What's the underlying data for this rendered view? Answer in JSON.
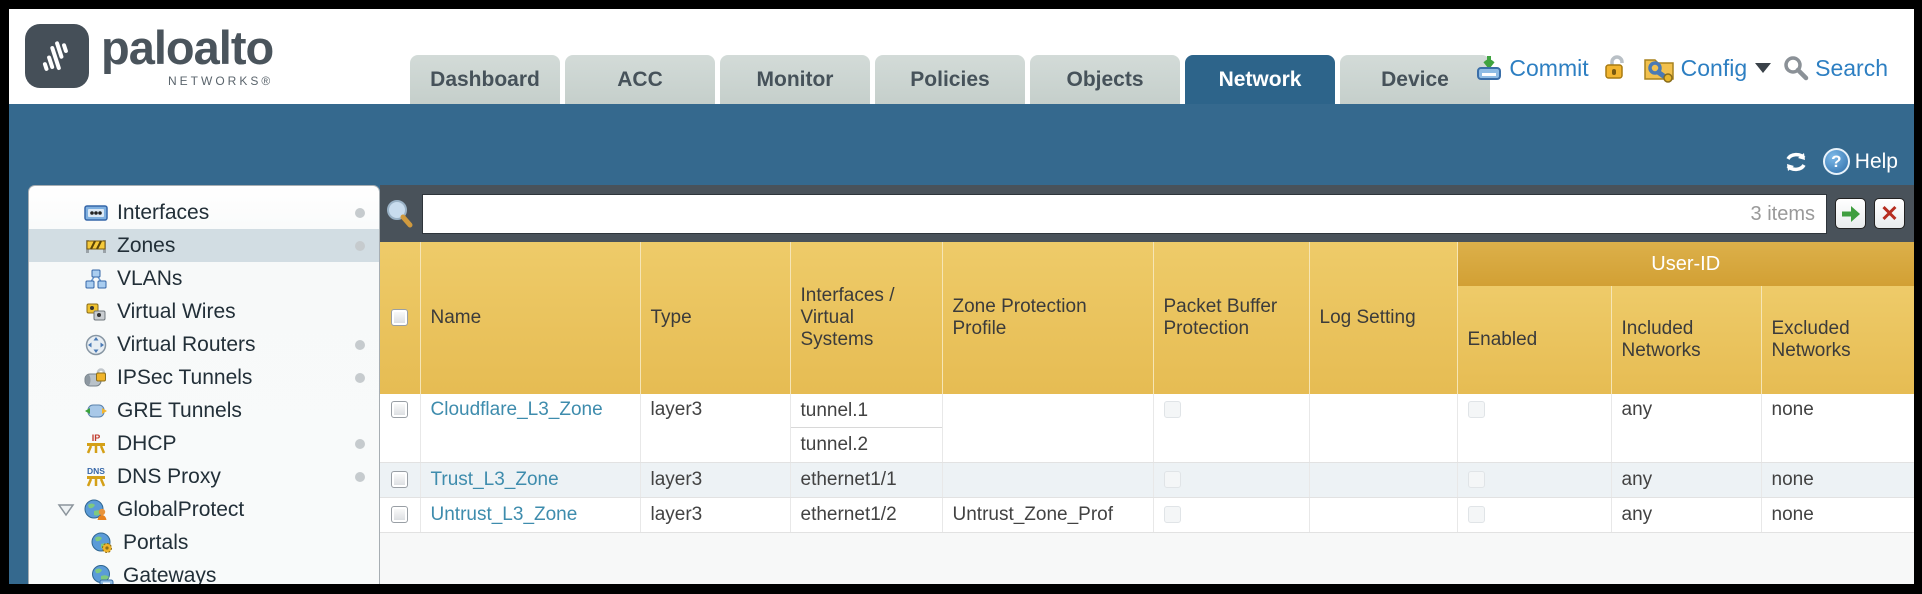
{
  "logo": {
    "name": "paloalto",
    "sub": "NETWORKS®"
  },
  "tabs": [
    {
      "label": "Dashboard",
      "active": false
    },
    {
      "label": "ACC",
      "active": false
    },
    {
      "label": "Monitor",
      "active": false
    },
    {
      "label": "Policies",
      "active": false
    },
    {
      "label": "Objects",
      "active": false
    },
    {
      "label": "Network",
      "active": true
    },
    {
      "label": "Device",
      "active": false
    }
  ],
  "header_actions": {
    "commit": "Commit",
    "config": "Config",
    "search": "Search"
  },
  "band": {
    "help_label": "Help"
  },
  "sidebar": {
    "items": [
      {
        "label": "Interfaces",
        "icon": "interfaces-icon",
        "dot": true,
        "selected": false
      },
      {
        "label": "Zones",
        "icon": "zones-icon",
        "dot": true,
        "selected": true
      },
      {
        "label": "VLANs",
        "icon": "vlans-icon",
        "dot": false,
        "selected": false
      },
      {
        "label": "Virtual Wires",
        "icon": "virtual-wires-icon",
        "dot": false,
        "selected": false
      },
      {
        "label": "Virtual Routers",
        "icon": "virtual-routers-icon",
        "dot": true,
        "selected": false
      },
      {
        "label": "IPSec Tunnels",
        "icon": "ipsec-tunnels-icon",
        "dot": true,
        "selected": false
      },
      {
        "label": "GRE Tunnels",
        "icon": "gre-tunnels-icon",
        "dot": false,
        "selected": false
      },
      {
        "label": "DHCP",
        "icon": "dhcp-icon",
        "dot": true,
        "selected": false
      },
      {
        "label": "DNS Proxy",
        "icon": "dns-proxy-icon",
        "dot": true,
        "selected": false
      },
      {
        "label": "GlobalProtect",
        "icon": "globalprotect-icon",
        "dot": false,
        "selected": false,
        "expanded": true
      },
      {
        "label": "Portals",
        "icon": "portals-icon",
        "dot": false,
        "selected": false,
        "sub": true
      },
      {
        "label": "Gateways",
        "icon": "gateways-icon",
        "dot": false,
        "selected": false,
        "sub": true
      }
    ]
  },
  "toolbar": {
    "filter_value": "",
    "items_count": "3 items"
  },
  "table": {
    "group_header": "User-ID",
    "columns": [
      "Name",
      "Type",
      "Interfaces / Virtual Systems",
      "Zone Protection Profile",
      "Packet Buffer Protection",
      "Log Setting",
      "Enabled",
      "Included Networks",
      "Excluded Networks"
    ],
    "rows": [
      {
        "name": "Cloudflare_L3_Zone",
        "type": "layer3",
        "interfaces": [
          "tunnel.1",
          "tunnel.2"
        ],
        "zone_protection_profile": "",
        "log_setting": "",
        "included_networks": "any",
        "excluded_networks": "none"
      },
      {
        "name": "Trust_L3_Zone",
        "type": "layer3",
        "interfaces": [
          "ethernet1/1"
        ],
        "zone_protection_profile": "",
        "log_setting": "",
        "included_networks": "any",
        "excluded_networks": "none"
      },
      {
        "name": "Untrust_L3_Zone",
        "type": "layer3",
        "interfaces": [
          "ethernet1/2"
        ],
        "zone_protection_profile": "Untrust_Zone_Prof",
        "log_setting": "",
        "included_networks": "any",
        "excluded_networks": "none"
      }
    ]
  },
  "colors": {
    "teal_band": "#35698e",
    "active_tab": "#2d648a",
    "inactive_tab": "#c9d2ce",
    "link_blue": "#2d7fc2",
    "table_header_amber": "#e9c25d",
    "userid_band_amber": "#d5a73c",
    "toolbar_dark": "#49525a",
    "name_link": "#3e8cad",
    "sidebar_selected": "#d2dde3"
  }
}
